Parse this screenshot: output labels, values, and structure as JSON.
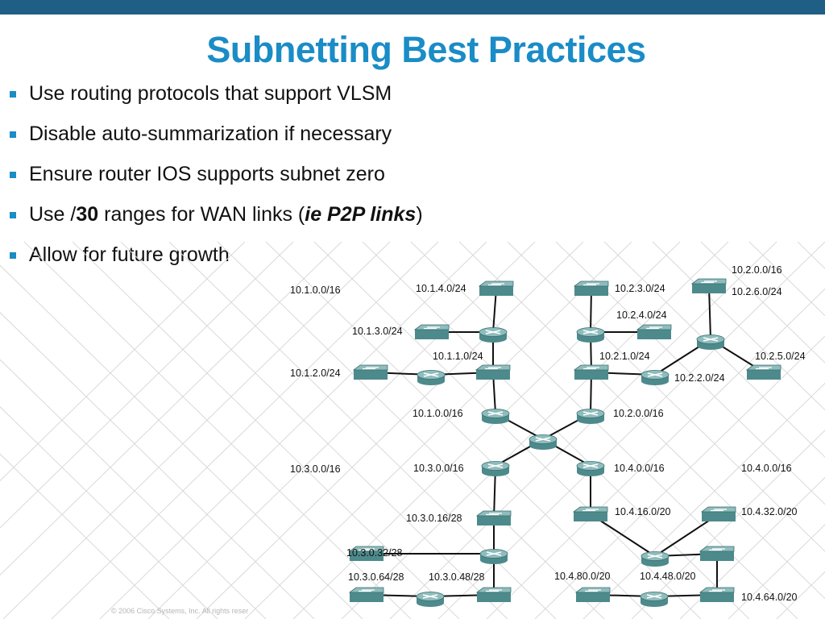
{
  "slide": {
    "title": "Subnetting Best Practices",
    "bullets": [
      {
        "parts": [
          {
            "text": "Use routing protocols that support VLSM"
          }
        ]
      },
      {
        "parts": [
          {
            "text": "Disable auto-summarization if necessary"
          }
        ]
      },
      {
        "parts": [
          {
            "text": "Ensure router IOS supports subnet zero"
          }
        ]
      },
      {
        "parts": [
          {
            "text": "Use /"
          },
          {
            "text": "30",
            "bold": true
          },
          {
            "text": " ranges for WAN links ("
          },
          {
            "text": "ie P2P links",
            "bold": true,
            "italic": true
          },
          {
            "text": ")"
          }
        ]
      },
      {
        "parts": [
          {
            "text": "Allow for future growth"
          }
        ]
      }
    ],
    "footer": "© 2006 Cisco Systems, Inc. All rights reser"
  },
  "diagram": {
    "labels": [
      "10.1.0.0/16",
      "10.1.4.0/24",
      "10.2.3.0/24",
      "10.2.0.0/16",
      "10.2.6.0/24",
      "10.2.4.0/24",
      "10.1.3.0/24",
      "10.1.1.0/24",
      "10.2.1.0/24",
      "10.2.5.0/24",
      "10.1.2.0/24",
      "10.2.2.0/24",
      "10.1.0.0/16",
      "10.2.0.0/16",
      "10.3.0.0/16",
      "10.3.0.0/16",
      "10.4.0.0/16",
      "10.4.0.0/16",
      "10.4.16.0/20",
      "10.4.32.0/20",
      "10.3.0.16/28",
      "10.3.0.32/28",
      "10.3.0.64/28",
      "10.3.0.48/28",
      "10.4.80.0/20",
      "10.4.48.0/20",
      "10.4.64.0/20"
    ],
    "colors": {
      "device_body": "#4d8a8c",
      "device_top": "#8fbcbc",
      "grid": "#d9d9d9"
    }
  }
}
